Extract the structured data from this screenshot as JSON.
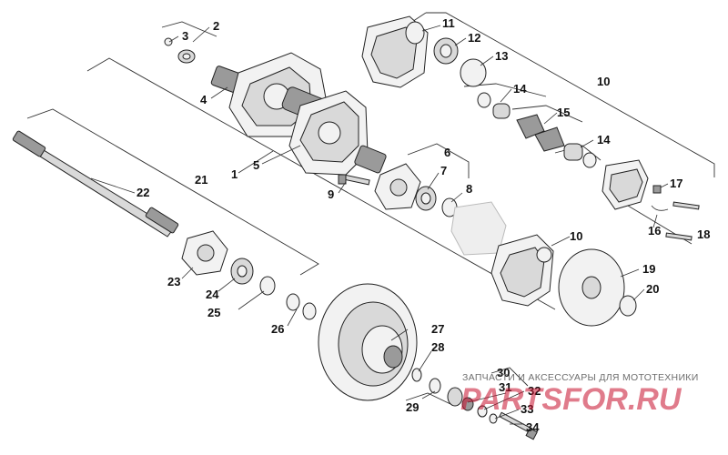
{
  "callouts": {
    "c1": "1",
    "c2": "2",
    "c3": "3",
    "c4": "4",
    "c5": "5",
    "c6": "6",
    "c7": "7",
    "c8": "8",
    "c9": "9",
    "c10a": "10",
    "c10b": "10",
    "c11": "11",
    "c12": "12",
    "c13": "13",
    "c14a": "14",
    "c14b": "14",
    "c15": "15",
    "c16": "16",
    "c17": "17",
    "c18": "18",
    "c19": "19",
    "c20": "20",
    "c21": "21",
    "c22": "22",
    "c23": "23",
    "c24": "24",
    "c25": "25",
    "c26": "26",
    "c27": "27",
    "c28": "28",
    "c29": "29",
    "c30": "30",
    "c31": "31",
    "c32": "32",
    "c33": "33",
    "c34": "34"
  },
  "watermark": {
    "tagline": "ЗАПЧАСТИ И АКСЕССУАРЫ ДЛЯ МОТОТЕХНИКИ",
    "logo": "PARTSFOR.RU"
  },
  "colors": {
    "line": "#222222",
    "logo_red": "#c8102e"
  }
}
